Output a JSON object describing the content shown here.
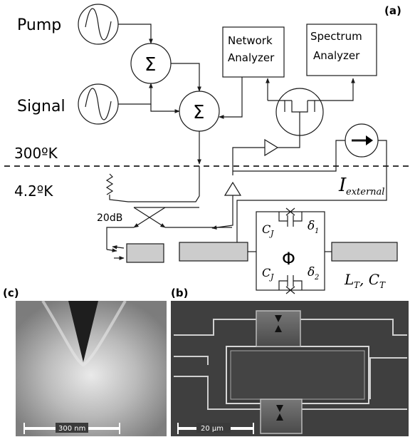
{
  "schematic": {
    "panel_label": "(a)",
    "pump_label": "Pump",
    "signal_label": "Signal",
    "sum_symbol": "Σ",
    "network_analyzer": [
      "Network",
      "Analyzer"
    ],
    "spectrum_analyzer": [
      "Spectrum",
      "Analyzer"
    ],
    "room_temp": "300ºK",
    "cold_temp": "4.2ºK",
    "attenuator": "20dB",
    "current_symbol": "I",
    "current_subscript": "external",
    "junction_cap_top": "C",
    "junction_cap_top_sub": "J",
    "phase_top": "δ",
    "phase_top_sub": "1",
    "junction_cap_bottom": "C",
    "junction_cap_bottom_sub": "J",
    "phase_bottom": "δ",
    "phase_bottom_sub": "2",
    "flux_symbol": "Φ",
    "line_params": "L",
    "line_params_sub_l": "T",
    "line_params_c": ", C",
    "line_params_sub_c": "T"
  },
  "micrograph_c": {
    "panel_label": "(c)",
    "scale_bar": "300 nm"
  },
  "micrograph_b": {
    "panel_label": "(b)",
    "scale_bar": "20 µm"
  },
  "colors": {
    "line": "#1a1a1a",
    "block_fill": "#cccccc",
    "sem_dark": "#3e3e3e",
    "sem_light": "#d8d8d8"
  }
}
